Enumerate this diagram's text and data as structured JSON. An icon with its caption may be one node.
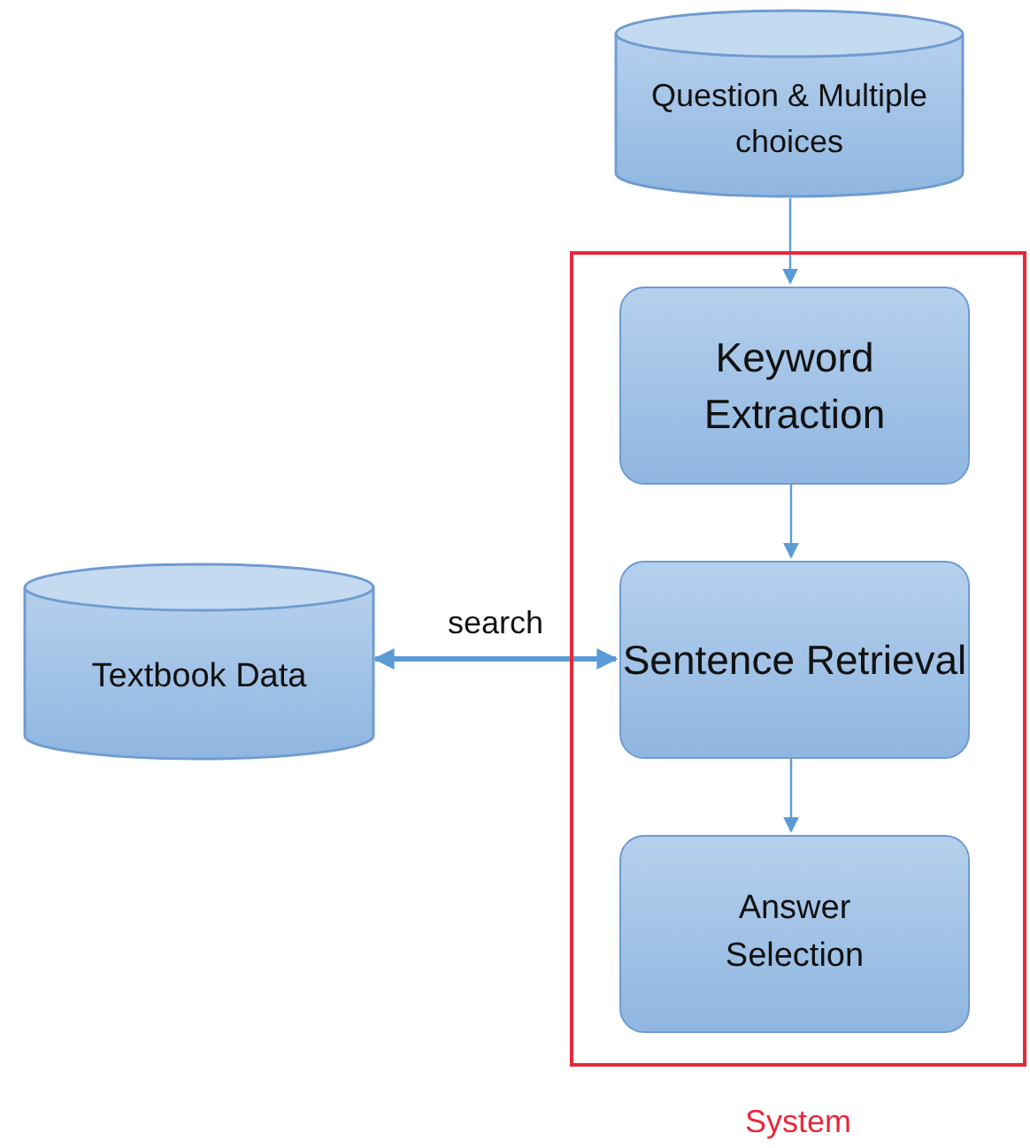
{
  "diagram": {
    "nodes": [
      {
        "text": [
          "Question & Multiple choices"
        ]
      },
      {
        "text": [
          "System"
        ]
      },
      {
        "text": [
          "Keyword Extraction"
        ],
        "in": 1
      },
      {
        "text": [
          "Sentence Retrieval"
        ],
        "in": 1
      },
      {
        "text": [
          "Answer Selection"
        ],
        "in": 1
      },
      {
        "text": [
          "Textbook Data"
        ]
      }
    ],
    "edges": [
      {
        "from": 0,
        "to": 2,
        "arrow": "to"
      },
      {
        "from": 2,
        "to": 3,
        "arrow": "to"
      },
      {
        "from": 3,
        "to": 4,
        "arrow": "to"
      },
      {
        "from": 5,
        "to": 3,
        "arrow": "both",
        "label": "search",
        "style": "thick"
      }
    ]
  }
}
